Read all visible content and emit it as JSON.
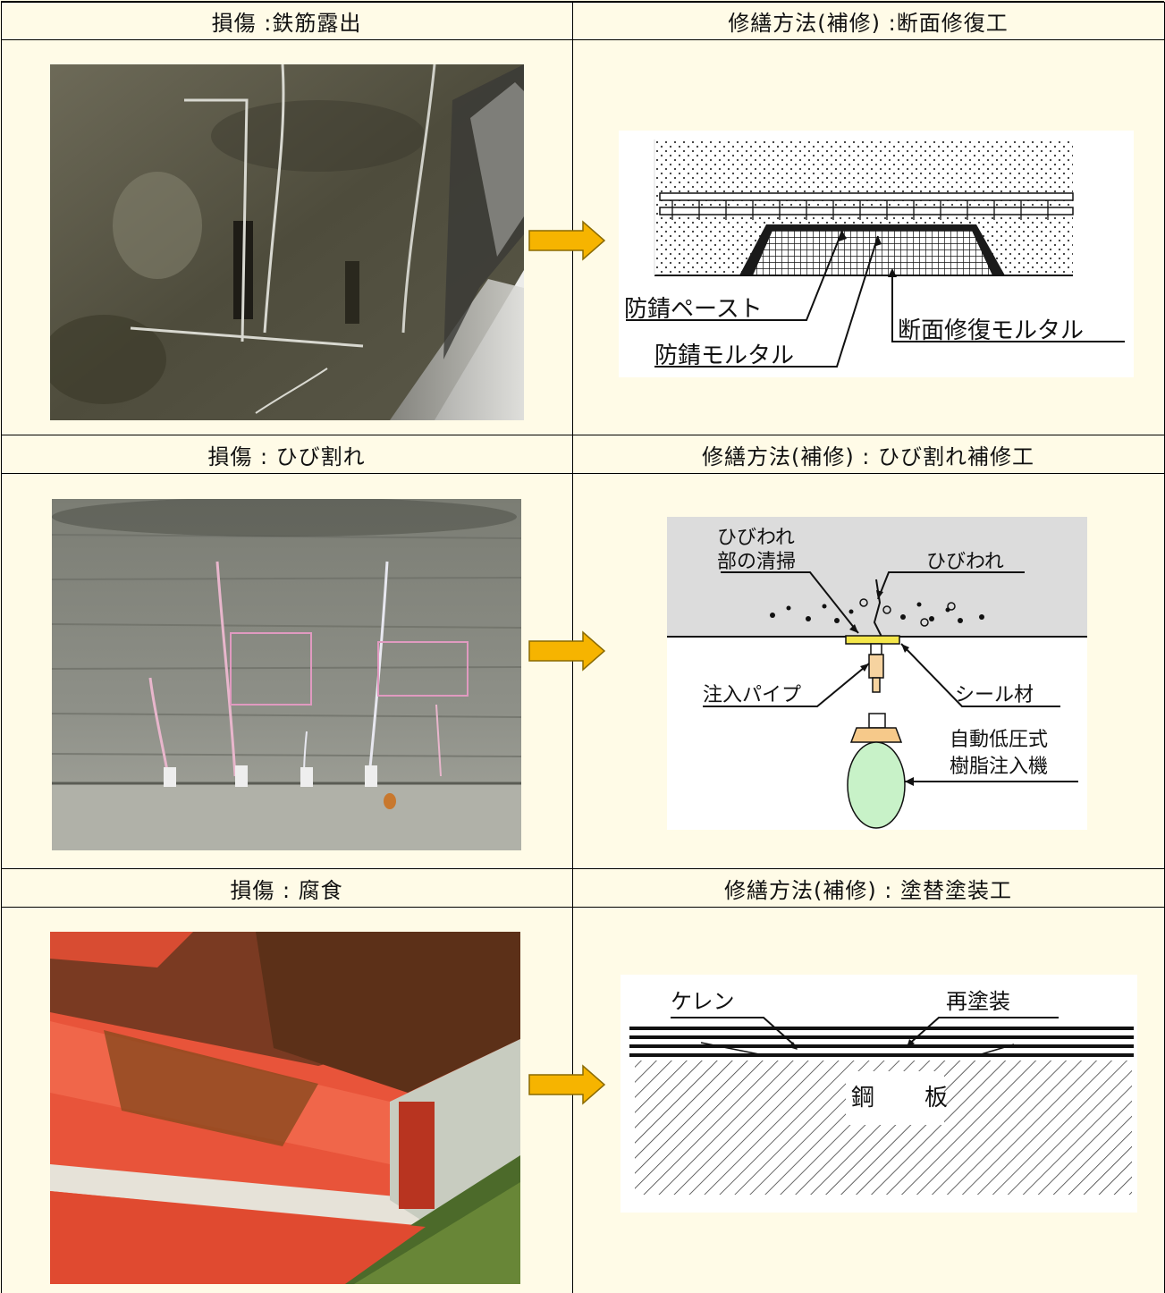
{
  "rows": [
    {
      "damage_header": "損傷 :鉄筋露出",
      "repair_header": "修繕方法(補修) :断面修復工",
      "diagram_labels": {
        "rust_paste": "防錆ペースト",
        "section_mortar": "断面修復モルタル",
        "rust_mortar": "防錆モルタル"
      }
    },
    {
      "damage_header": "損傷 : ひび割れ",
      "repair_header": "修繕方法(補修) : ひび割れ補修工",
      "diagram_labels": {
        "crack_clean_1": "ひびわれ",
        "crack_clean_2": "部の清掃",
        "crack": "ひびわれ",
        "seal": "シール材",
        "pipe": "注入パイプ",
        "machine_1": "自動低圧式",
        "machine_2": "樹脂注入機"
      }
    },
    {
      "damage_header": "損傷 : 腐食",
      "repair_header": "修繕方法(補修) : 塗替塗装工",
      "diagram_labels": {
        "keren": "ケレン",
        "repaint": "再塗装",
        "steel_1": "鋼",
        "steel_2": "板"
      }
    }
  ],
  "colors": {
    "background": "#fffbe7",
    "arrow_fill": "#f6b400",
    "arrow_stroke": "#8a6a00",
    "seal_yellow": "#f4e64a",
    "machine_green": "#c8f2c8",
    "rust_red": "#e8543a"
  }
}
